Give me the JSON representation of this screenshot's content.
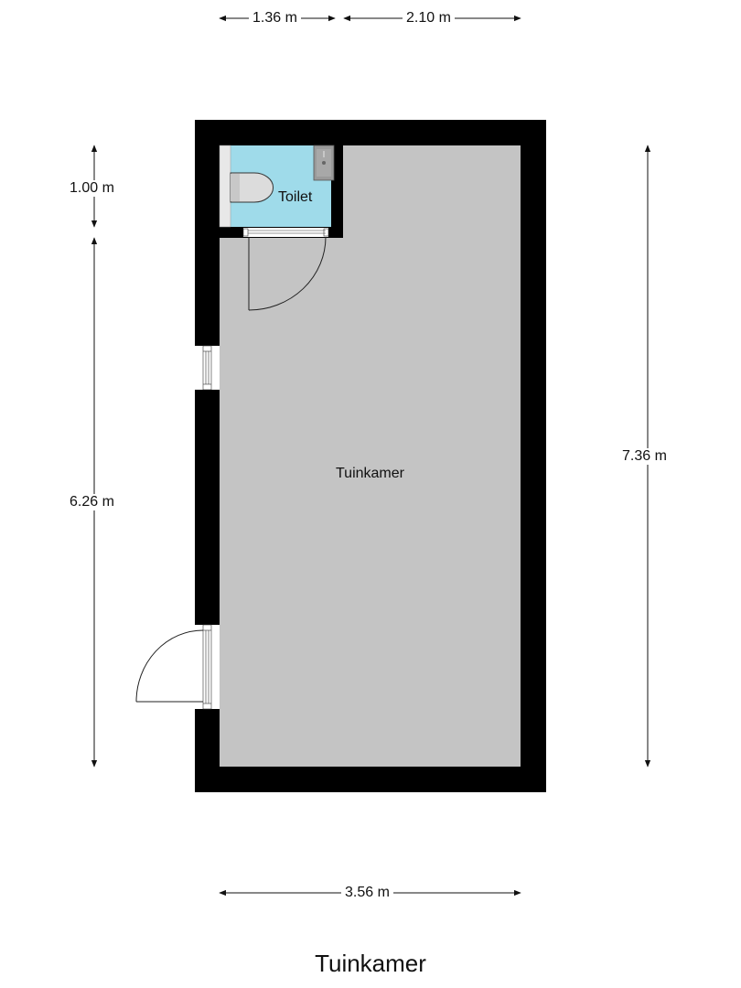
{
  "plan": {
    "title": "Tuinkamer",
    "colors": {
      "wall": "#000000",
      "main_room_fill": "#c4c4c4",
      "toilet_fill": "#9fdbea",
      "background": "#ffffff"
    }
  },
  "rooms": [
    {
      "name": "Tuinkamer",
      "label": "Tuinkamer"
    },
    {
      "name": "Toilet",
      "label": "Toilet"
    }
  ],
  "dimensions": {
    "top_left": "1.36 m",
    "top_right": "2.10 m",
    "left_upper": "1.00 m",
    "left_lower": "6.26 m",
    "right": "7.36 m",
    "bottom": "3.56 m"
  },
  "fixtures": [
    {
      "type": "toilet-bowl",
      "room": "Toilet"
    },
    {
      "type": "sink",
      "room": "Toilet"
    },
    {
      "type": "door",
      "room": "Toilet"
    },
    {
      "type": "window",
      "room": "Tuinkamer"
    },
    {
      "type": "door",
      "room": "Tuinkamer"
    }
  ]
}
